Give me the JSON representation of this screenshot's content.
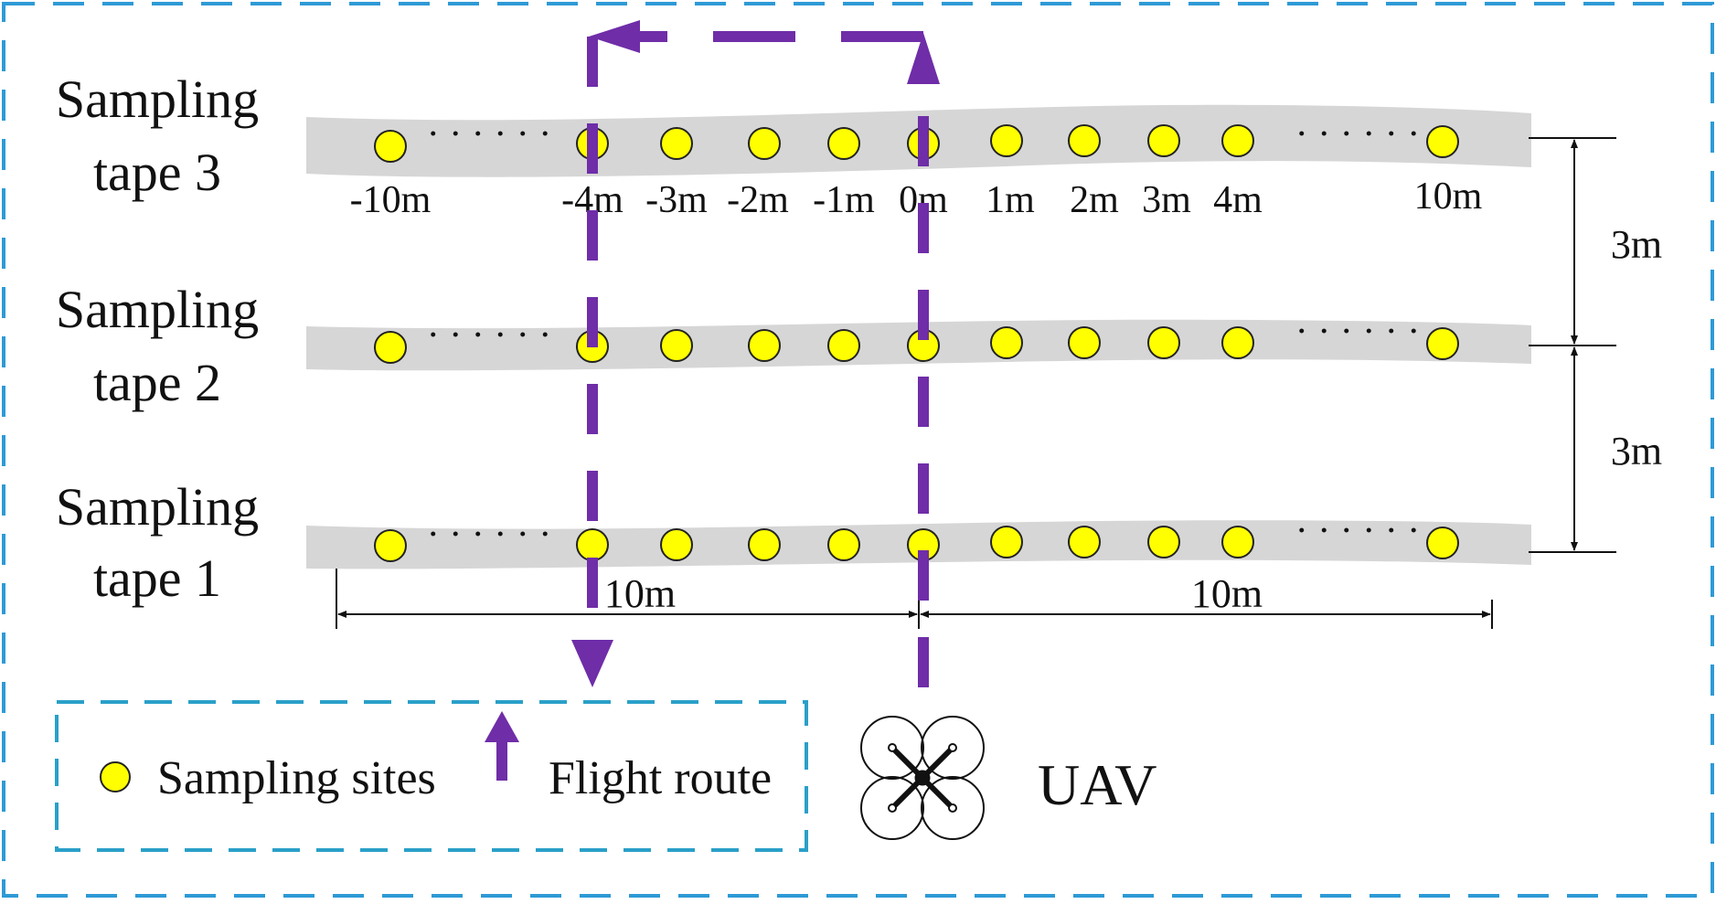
{
  "colors": {
    "outer_border": "#2e9ad6",
    "legend_border": "#2aa0c8",
    "tape": "#d6d6d6",
    "site_fill": "#ffff00",
    "site_stroke": "#222222",
    "route": "#6f2da8",
    "dimension": "#111111"
  },
  "tapes": [
    {
      "label_line1": "Sampling",
      "label_line2": "tape 3"
    },
    {
      "label_line1": "Sampling",
      "label_line2": "tape 2"
    },
    {
      "label_line1": "Sampling",
      "label_line2": "tape 1"
    }
  ],
  "positions": [
    "-10m",
    "-4m",
    "-3m",
    "-2m",
    "-1m",
    "0m",
    "1m",
    "2m",
    "3m",
    "4m",
    "10m"
  ],
  "ellipsis": "· · · · · ·",
  "dimensions": {
    "tape_spacing_top": "3m",
    "tape_spacing_bottom": "3m",
    "left_span": "10m",
    "right_span": "10m"
  },
  "legend": {
    "sites_label": "Sampling sites",
    "route_label": "Flight route",
    "sites_icon": "yellow-circle-icon",
    "route_icon": "purple-up-arrow-icon"
  },
  "uav": {
    "label": "UAV",
    "icon": "quadcopter-icon"
  }
}
